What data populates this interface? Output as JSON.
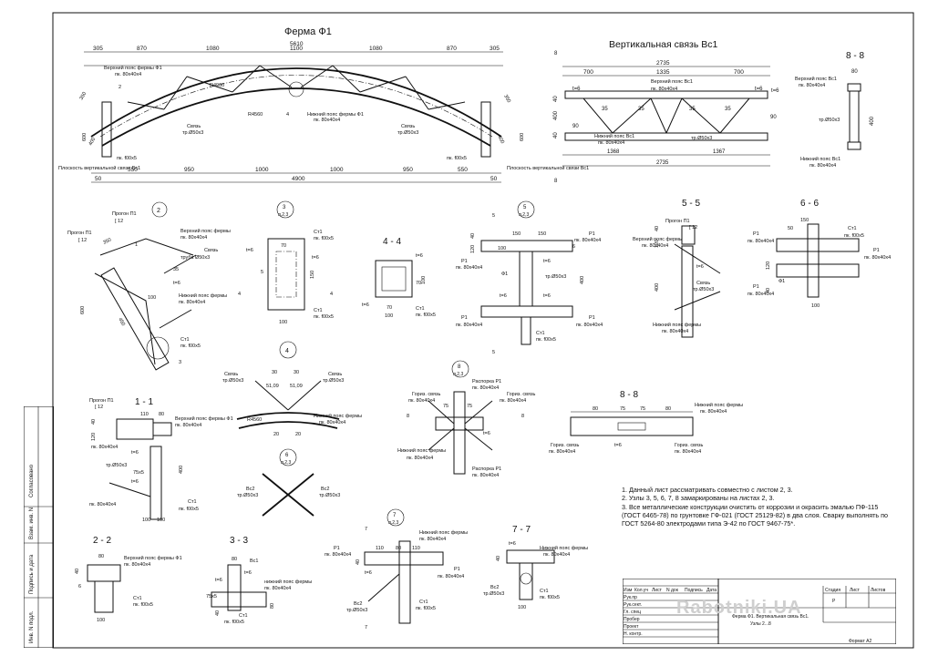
{
  "titles": {
    "truss": "Ферма Ф1",
    "brace": "Вертикальная связь Вс1"
  },
  "truss": {
    "dims_top": [
      "305",
      "870",
      "1080",
      "1100",
      "1080",
      "870",
      "305"
    ],
    "span_total": "5610",
    "dims_bottom": [
      "50",
      "550",
      "950",
      "1000",
      "1000",
      "950",
      "550",
      "50"
    ],
    "span_bottom": "4900",
    "labels": {
      "top_chord": "Верхний пояс фермы Ф1",
      "top_chord_section": "пк. 80х40х4",
      "bottom_chord": "Нижний пояс фермы Ф1",
      "bottom_chord_section": "пк. 80х40х4",
      "brace": "Связь",
      "brace_section": "тр.Ø50х3",
      "brace2": "Связь",
      "brace2_section": "тр.Ø50х3",
      "r_top": "R4960",
      "r_bottom": "R4560",
      "plate": "пк. f00х5",
      "plane_left": "Плоскость вертикальной связи Вс1",
      "plane_right": "Плоскость вертикальной связи Вс1",
      "h_600": "600",
      "h_400": "400",
      "d_350": "350",
      "n4": "4",
      "n2": "2"
    }
  },
  "brace": {
    "dims_top": [
      "2735"
    ],
    "dims_row2": [
      "700",
      "1335",
      "700"
    ],
    "dims_bottom": [
      "1368",
      "1367"
    ],
    "span_bottom": "2735",
    "angles": [
      "35",
      "35",
      "35",
      "35"
    ],
    "t6": "t=6",
    "h90": "90",
    "h400": "400",
    "h40": "40",
    "top_chord": "Верхний пояс Вс1",
    "top_chord_section": "пк. 80х40х4",
    "bottom_chord": "Нижний пояс Вс1",
    "bottom_chord_section": "пк. 80х40х4",
    "diag_section": "тр.Ø50х3",
    "mark8": "8"
  },
  "section88top": {
    "title": "8 - 8",
    "w80": "80",
    "h400": "400",
    "top_label": "Верхний пояс Вс1",
    "top_section": "пк. 80х40х4",
    "bottom_label": "Нижний пояс Вс1",
    "bottom_section": "пк. 80х40х4",
    "mid_section": "тр.Ø50х3"
  },
  "node2": {
    "num": "2",
    "purlin": "Прогон П1",
    "purlin_sec": "[ 12",
    "purlin2": "Прогон П1",
    "purlin2_sec": "[ 12",
    "top": "Верхний пояс фермы",
    "top_sec": "пк. 80х40х4",
    "link": "Связь",
    "link_sec": "труба Ø50х3",
    "bottom": "Нижний пояс фермы",
    "bottom_sec": "пк. 80х40х4",
    "ct1": "Ст1",
    "ct1_sec": "пк. f00х5",
    "d350": "350",
    "d100": "100",
    "d600": "600",
    "d450": "450",
    "d35": "35",
    "t6": "t=6",
    "n1": "1",
    "n3": "3"
  },
  "node3": {
    "num": "3",
    "sheet": "л.2,3",
    "ct1a": "Ст1",
    "ct1a_sec": "пк. f00х5",
    "ct1b": "Ст1",
    "ct1b_sec": "пк. f00х5",
    "t6a": "t=6",
    "t6b": "t=6",
    "d70": "70",
    "d150": "150",
    "d100": "100",
    "d5": "5",
    "m4": "4"
  },
  "sec44": {
    "title": "4 - 4",
    "t6a": "t=6",
    "t6b": "t=6",
    "d70a": "70",
    "d70b": "70",
    "d100a": "100",
    "d100b": "100",
    "ct1": "Ст1",
    "ct1_sec": "пк. f00х5"
  },
  "node5": {
    "num": "5",
    "sheet": "л.2,3",
    "d150a": "150",
    "d150b": "150",
    "d40": "40",
    "d120": "120",
    "d400": "400",
    "d100": "100",
    "p1a": "Р1",
    "p1a_sec": "пк. 80х40х4",
    "p1b": "Р1",
    "p1b_sec": "пк. 80х40х4",
    "p1c": "Р1",
    "p1c_sec": "пк. 80х40х4",
    "p1d": "Р1",
    "p1d_sec": "пк. 80х40х4",
    "f1": "Ф1",
    "ct1": "Ст1",
    "ct1_sec": "пк. f00х5",
    "m5a": "5",
    "m5b": "5",
    "m6": "6",
    "t6a": "t=6",
    "t6b": "t=6",
    "t6c": "t=6",
    "link_sec": "тр.Ø50х3"
  },
  "sec55": {
    "title": "5 - 5",
    "purlin": "Прогон П1",
    "purlin_sec": "[ 12",
    "top": "Верхний пояс фермы",
    "top_sec": "пк. 80х40х4",
    "bottom": "Нижний пояс фермы",
    "bottom_sec": "пк. 80х40х4",
    "link": "Связь",
    "link_sec": "тр.Ø50х3",
    "t6": "t=6",
    "d400": "400",
    "d40": "40",
    "d120": "120"
  },
  "sec66": {
    "title": "6 - 6",
    "d150": "150",
    "d50": "50",
    "d100": "100",
    "d120": "120",
    "d40": "40",
    "p1a": "Р1",
    "p1a_sec": "пк. 80х40х4",
    "p1b": "Р1",
    "p1b_sec": "пк. 80х40х4",
    "p1c": "Р1",
    "p1c_sec": "пк. 80х40х4",
    "f1": "Ф1",
    "ct1": "Ст1",
    "ct1_sec": "пк. f00х5"
  },
  "node4": {
    "num": "4",
    "link_l": "Связь",
    "link_l_sec": "тр.Ø50х3",
    "link_r": "Связь",
    "link_r_sec": "тр.Ø50х3",
    "r": "R4560",
    "bottom": "Нижний пояс фермы",
    "bottom_sec": "пк. 80х40х4",
    "a1": "51,09",
    "a2": "51,09",
    "d30a": "30",
    "d30b": "30",
    "d20a": "20",
    "d20b": "20"
  },
  "node8": {
    "num": "8",
    "sheet": "л.2,3",
    "spacer": "Распорка Р1",
    "spacer_sec": "пк. 80х40х4",
    "spacer2": "Распорка Р1",
    "spacer2_sec": "пк. 80х40х4",
    "hlink_l": "Гориз. связь",
    "hlink_l_sec": "пк. 80х40х4",
    "hlink_r": "Гориз. связь",
    "hlink_r_sec": "пк. 80х40х4",
    "bottom": "Нижний пояс фермы",
    "bottom_sec": "пк. 80х40х4",
    "d75a": "75",
    "d75b": "75",
    "m8a": "8",
    "m8b": "8",
    "t6": "t=6"
  },
  "sec88": {
    "title": "8 - 8",
    "dims": [
      "80",
      "75",
      "75",
      "80"
    ],
    "bottom": "Нижний пояс фермы",
    "bottom_sec": "пк. 80х40х4",
    "hlink_l": "Гориз. связь",
    "hlink_l_sec": "пк. 80х40х4",
    "hlink_r": "Гориз. связь",
    "hlink_r_sec": "пк. 80х40х4",
    "t6": "t=6"
  },
  "sec11": {
    "title": "1 - 1",
    "purlin": "Прогон П1",
    "purlin_sec": "[ 12",
    "top": "Верхний пояс фермы Ф1",
    "top_sec": "пк. 80х40х4",
    "pk": "пк. 80х40х4",
    "link": "тр.Ø50х3",
    "d75x5": "75х5",
    "bottom_pk": "пк. 80х40х4",
    "ct1": "Ст1",
    "ct1_sec": "пк. f00х5",
    "d110": "110",
    "d80": "80",
    "d40": "40",
    "d120": "120",
    "d400": "400",
    "d100a": "100",
    "d100b": "100",
    "t6a": "t=6",
    "t6b": "t=6"
  },
  "node6": {
    "num": "6",
    "sheet": "л.2,3",
    "bc2a": "Вс2",
    "bc2a_sec": "тр.Ø50х3",
    "bc2b": "Вс2",
    "bc2b_sec": "тр.Ø50х3"
  },
  "sec22": {
    "title": "2 - 2",
    "top": "Верхний пояс фермы Ф1",
    "top_sec": "пк. 80х40х4",
    "ct1": "Ст1",
    "ct1_sec": "пк. f00х5",
    "d40": "40",
    "d6": "6",
    "d100": "100",
    "d80": "80"
  },
  "sec33": {
    "title": "3 - 3",
    "bc1": "Вс1",
    "d80": "80",
    "t6a": "t=6",
    "t6b": "t=6",
    "d75x5": "75х5",
    "d40": "40",
    "d80b": "80",
    "bottom": "нижний пояс фермы",
    "bottom_sec": "пк. 80х40х4",
    "ct1": "Ст1",
    "ct1_sec": "пк. f00х5"
  },
  "node7": {
    "num": "7",
    "sheet": "л.2,3",
    "bottom": "Нижний пояс фермы",
    "bottom_sec": "пк. 80х40х4",
    "p1a": "Р1",
    "p1a_sec": "пк. 80х40х4",
    "p1b": "Р1",
    "p1b_sec": "пк. 80х40х4",
    "bc2": "Вс2",
    "bc2_sec": "тр.Ø50х3",
    "ct1": "Ст1",
    "ct1_sec": "пк. f00х5",
    "dims": [
      "110",
      "80",
      "110"
    ],
    "t6": "t=6",
    "m7a": "7",
    "m7b": "7",
    "d40": "40"
  },
  "sec77": {
    "title": "7 - 7",
    "bottom": "Нижний пояс фермы",
    "bottom_sec": "пк. 80х40х4",
    "bc2": "Вс2",
    "bc2_sec": "тр.Ø50х3",
    "ct1": "Ст1",
    "ct1_sec": "пк. f00х5",
    "t6": "t=6",
    "d40": "40",
    "d100": "100"
  },
  "notes": [
    "1. Данный лист рассматривать совместно с листом 2, 3.",
    "2. Узлы 3, 5, 6, 7, 8 замаркированы на листах 2, 3.",
    "3. Все металлические конструкции очистить от коррозии и окрасить эмалью ПФ-115 (ГОСТ 6465-78) по грунтовке ГФ-021 (ГОСТ 25129-82) в два слоя. Сварку выполнять по ГОСТ 5264-80 электродами типа Э-42 по ГОСТ 9467-75*."
  ],
  "stamp": {
    "cols": [
      "Изм",
      "Кол.уч",
      "Лист",
      "N док",
      "Подпись",
      "Дата"
    ],
    "rows": [
      "Рук.пр",
      "Рук.сект.",
      "Гл. спец",
      "Пробер",
      "Проект",
      "Н. контр."
    ],
    "stadia": "Стадия",
    "list": "Лист",
    "listov": "Листов",
    "stadia_val": "Р",
    "desc1": "Ферма Ф1. Вертикальная связь Вс1.",
    "desc2": "Узлы 2...8",
    "format": "Формат А2"
  },
  "side": {
    "agreed": "Согласовано",
    "vzam": "Взам. инв. N",
    "podp": "Подпись и дата",
    "inv": "Инв. N подл."
  },
  "watermark": "Rabotniki.UA"
}
